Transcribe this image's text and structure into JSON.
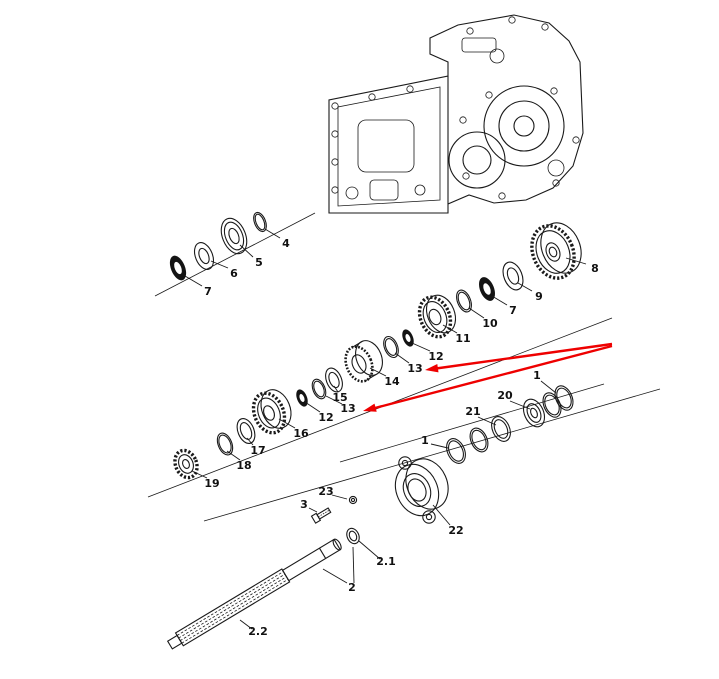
{
  "diagram": {
    "colors": {
      "background": "#ffffff",
      "line": "#1a1a1a",
      "arrow": "#ee0000"
    },
    "callouts": {
      "c4": {
        "label": "4"
      },
      "c5": {
        "label": "5"
      },
      "c6": {
        "label": "6"
      },
      "c7a": {
        "label": "7"
      },
      "c8": {
        "label": "8"
      },
      "c9": {
        "label": "9"
      },
      "c7b": {
        "label": "7"
      },
      "c10": {
        "label": "10"
      },
      "c11": {
        "label": "11"
      },
      "c12a": {
        "label": "12"
      },
      "c13a": {
        "label": "13"
      },
      "c14": {
        "label": "14"
      },
      "c15": {
        "label": "15"
      },
      "c13b": {
        "label": "13"
      },
      "c12b": {
        "label": "12"
      },
      "c16": {
        "label": "16"
      },
      "c17": {
        "label": "17"
      },
      "c18": {
        "label": "18"
      },
      "c19": {
        "label": "19"
      },
      "c1a": {
        "label": "1"
      },
      "c20": {
        "label": "20"
      },
      "c21": {
        "label": "21"
      },
      "c1b": {
        "label": "1"
      },
      "c22": {
        "label": "22"
      },
      "c23": {
        "label": "23"
      },
      "c3": {
        "label": "3"
      },
      "c2_1": {
        "label": "2.1"
      },
      "c2": {
        "label": "2"
      },
      "c2_2": {
        "label": "2.2"
      }
    }
  }
}
